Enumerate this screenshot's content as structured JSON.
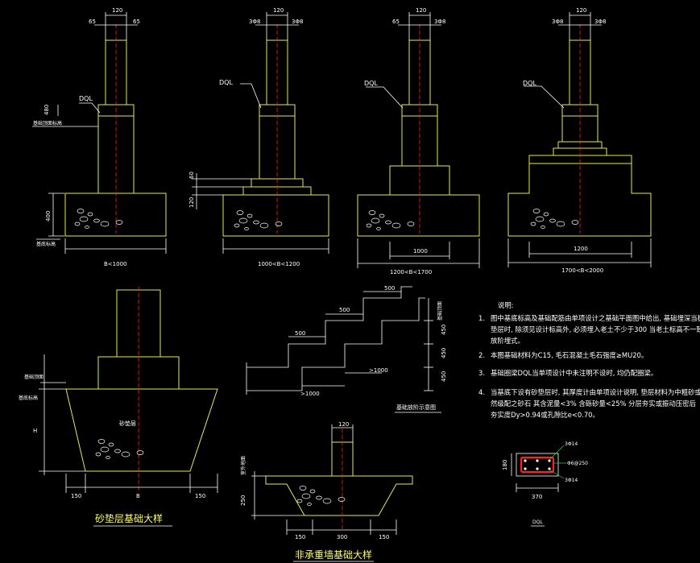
{
  "colors": {
    "background": "#000000",
    "outline": "#e8e84a",
    "dimension": "#ffffff",
    "centerline": "#ff2020",
    "leader": "#40d040",
    "title": "#ffff66",
    "rebar": "#ff2020"
  },
  "footings": [
    {
      "dqlLabel": "DQL",
      "topDims": [
        "120",
        "65",
        "65"
      ],
      "widthLabel": "B<1000",
      "sideDims": [
        "480"
      ],
      "heightDims": [
        "400"
      ],
      "leftLabels": [
        "基础顶面标高",
        "基底标高"
      ]
    },
    {
      "dqlLabel": "DQL",
      "topDims": [
        "120",
        "3Φ8",
        "3Φ8"
      ],
      "widthLabel": "1000<B<1200",
      "sideDims": [
        "60",
        "120"
      ]
    },
    {
      "dqlLabel": "DQL",
      "topDims": [
        "120",
        "65",
        "3Φ8"
      ],
      "widthLabel": "1200<B<1700",
      "innerDims": [
        "1000"
      ]
    },
    {
      "dqlLabel": "DQL",
      "topDims": [
        "120",
        "3Φ8",
        "3Φ8"
      ],
      "widthLabel": "1700<B<2000",
      "innerDims": [
        "1200"
      ]
    }
  ],
  "sandCushion": {
    "title": "砂垫层基础大样",
    "label": "砂垫层",
    "dims": [
      "150",
      "B",
      "150"
    ],
    "sideLabels": [
      "基础顶面",
      "基底标高",
      "H"
    ]
  },
  "steps": {
    "title": "基础放阶示意图",
    "widths": [
      "500",
      "500",
      "500"
    ],
    "heights": [
      "基础顶面",
      "450",
      "450",
      "450"
    ],
    "lengths": [
      ">1000",
      ">1000"
    ]
  },
  "nonBearing": {
    "title": "非承重墙基础大样",
    "topDim": "120",
    "dims": [
      "150",
      "300",
      "150"
    ],
    "sideDims": [
      "室外地面",
      "250"
    ]
  },
  "notes": {
    "heading": "说明:",
    "items": [
      {
        "num": "1.",
        "lines": [
          "图中基底标高及基础配筋由单项设计之基础平面图中给出, 基础埋深当板下无砂",
          "垫层时, 除须见设计标高外, 必须埋入老土不少于300 当老土标高不一致时采用",
          "放阶埋式。"
        ]
      },
      {
        "num": "2.",
        "lines": [
          "本图基础材料为C15, 毛石混凝土毛石强度≥MU20。"
        ]
      },
      {
        "num": "3.",
        "lines": [
          "基础圈梁DQL当单项设计中未注明不设时, 均仍配圈梁。"
        ]
      },
      {
        "num": "4.",
        "lines": [
          "当基底下设有砂垫层时, 其厚度计由单项设计说明, 垫层材料为中粗砂或天",
          "然级配之砂石 其含泥量<3% 含砾砂量<25% 分层夯实或振动压密后",
          "夯实度Dy>0.94或孔隙比e<0.70。"
        ]
      }
    ]
  },
  "dql": {
    "title": "DQL",
    "width": "370",
    "height": "180",
    "rebarTop": "3Φ14",
    "rebarBottom": "3Φ14",
    "stirrup": "Φ6@250"
  }
}
